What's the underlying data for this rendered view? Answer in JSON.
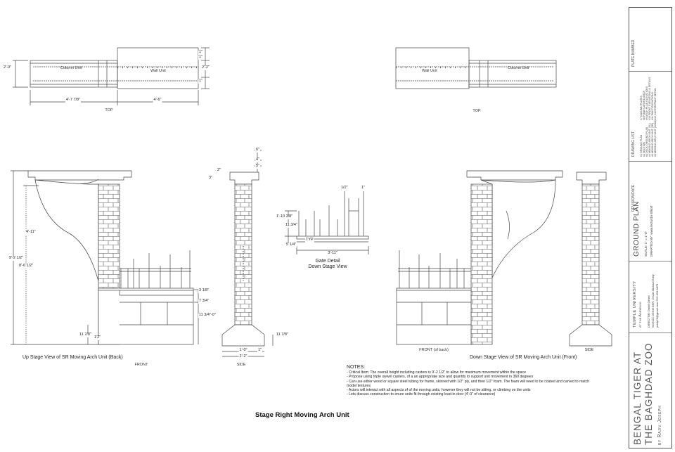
{
  "sheet": {
    "title": "Stage Right Moving Arch Unit"
  },
  "plan_left": {
    "label_a": "Column Unit",
    "label_b": "Wall Unit",
    "dim_height": "2'-0\"",
    "dim_height_r": "2'-2\"",
    "dim_a": "4'-7 7/8\"",
    "dim_b": "4'-6\"",
    "dim_r1": "1\"",
    "dim_r2": "1\"",
    "dim_r3": "1\"",
    "caption": "TOP"
  },
  "plan_right": {
    "label_a": "Wall Unit",
    "label_b": "Column Unit",
    "caption": "TOP"
  },
  "back_view": {
    "caption": "Up Stage View of SR Moving Arch Unit (Back)",
    "sub": "FRONT",
    "dims": [
      "9'-2 1/2\"",
      "8'-6 1/2\"",
      "4'-11\"",
      "3 1/8\"",
      "7 3/4\"",
      "11 3/4\"-0\"",
      "11 7/8\"",
      "1'2\""
    ]
  },
  "side_left": {
    "caption": "SIDE",
    "dims": [
      "6\"",
      "4\"",
      "5\"",
      "2\"",
      "3\"",
      "1'-0\"",
      "2'-2\"",
      "1\"",
      "11 7/8\""
    ]
  },
  "gate": {
    "caption1": "Gate Detail",
    "caption2": "Down Stage View",
    "dims": [
      "1/2\"",
      "1\"",
      "1'-10 3/8\"",
      "11 3/4\"",
      "TYP",
      "5 1/4\"",
      "3'-11\""
    ]
  },
  "front_view": {
    "caption": "Down Stage View of SR Moving Arch Unit (Front)",
    "sub": "FRONT (of back)"
  },
  "side_right": {
    "caption": "SIDE"
  },
  "notes": {
    "heading": "NOTES:",
    "lines": [
      "- Critical Item: The overall height including casters is 9'-2 1/2\" to allow for maximum movement within the space",
      "- Propose using triple swivel casters, of a an appropriate size and quantity to support unit movement in 360 degrees",
      "- Can use either wood or square steel tubing for frame, skinned with 1/2\" ply, and then 1/2\" foam. The foam will need to be coated and carved to match",
      "  model textures",
      "- Actors will interact with all aspects of of the moving units, however they will not be sitting, or climbing on the units",
      "- Lets discuss construction to enure units fit through existing load-in door (4'-0\" of clearance)"
    ]
  },
  "title_block": {
    "show": "Bengal Tiger at the Baghdad Zoo",
    "by": "by Rajiv Joseph",
    "school1": "Temple University",
    "school2": "at the Adrienne",
    "director": "DIRECTOR: David Girard",
    "designer": "SCENIC DESIGNER: Jessie Michael Eddy",
    "email": "jeddy26@gmail.com   252-403-6879",
    "plan_name": "Ground Plan",
    "scale": "SCALE: 1\" = 1'-0\"",
    "drafted": "DRAFTED BY: www.lecturd.k Elliott",
    "revisions": "REVISION/DATE",
    "drawing_list": "DRAWING LIST",
    "plate": "PLATE NUMBER",
    "list_a": [
      "#1 GROUND PLAN",
      "#2 SECTION",
      "#3 DECK GROUND PLAN",
      "#4 MOVING ARCH UNIT (SL)",
      "#5 MOVING ARCH UNIT (SR)",
      "#6 MOVING ARCH UNIT (Detail)"
    ],
    "list_b": [
      "#7 COLUMN PLATES",
      "#8 FOAM CARVED ARCH",
      "#9 ARCH PLAN ELEVATIONS",
      "#10 FRONT ELEVATIONS & DETAILS",
      "#11 PAINT ELEVATIONS",
      "#12 CASTER/PAINT DETAIL"
    ]
  }
}
